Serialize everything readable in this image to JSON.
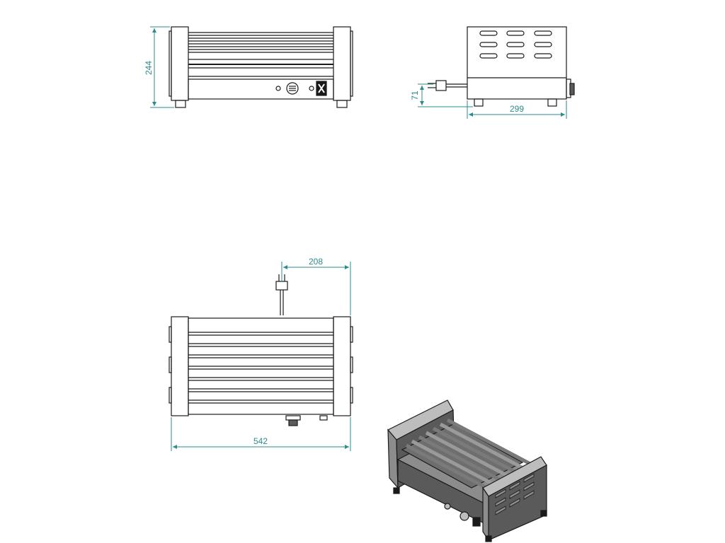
{
  "drawing": {
    "colors": {
      "line": "#1a1a1a",
      "dimension": "#2e8b8b",
      "fill_dark": "#5a5a5a",
      "fill_mid": "#8c8c8c",
      "fill_light": "#bdbdbd",
      "background": "#ffffff"
    },
    "dimensions": {
      "front_height": "244",
      "side_leg_height": "71",
      "side_depth": "299",
      "top_cable_offset": "208",
      "top_width": "542"
    }
  }
}
